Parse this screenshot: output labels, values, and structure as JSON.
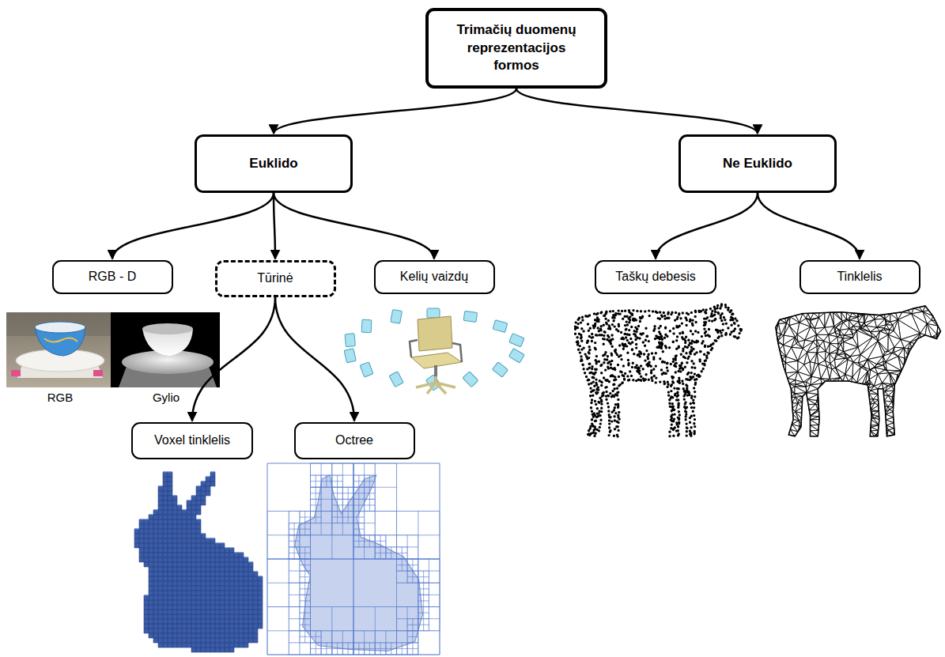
{
  "diagram": {
    "nodes": [
      {
        "text": [
          "Trimačių duomenų reprezentacijos formos"
        ]
      },
      {
        "text": [
          "Euklido"
        ]
      },
      {
        "text": [
          "Ne Euklido"
        ]
      },
      {
        "text": [
          "RGB - D"
        ]
      },
      {
        "text": [
          "Tūrinė"
        ]
      },
      {
        "text": [
          "Kelių vaizdų"
        ]
      },
      {
        "text": [
          "Taškų debesis"
        ]
      },
      {
        "text": [
          "Tinklelis"
        ]
      },
      {
        "text": [
          "Voxel tinklelis"
        ]
      },
      {
        "text": [
          "Octree"
        ]
      }
    ],
    "edges": [
      {
        "from": 0,
        "to": 1,
        "arrow": "to"
      },
      {
        "from": 0,
        "to": 2,
        "arrow": "to"
      },
      {
        "from": 1,
        "to": 3,
        "arrow": "to"
      },
      {
        "from": 1,
        "to": 4,
        "arrow": "to"
      },
      {
        "from": 1,
        "to": 5,
        "arrow": "to"
      },
      {
        "from": 2,
        "to": 6,
        "arrow": "to"
      },
      {
        "from": 2,
        "to": 7,
        "arrow": "to"
      },
      {
        "from": 4,
        "to": 8,
        "arrow": "to"
      },
      {
        "from": 4,
        "to": 9,
        "arrow": "to"
      }
    ],
    "labels": [
      "RGB",
      "Gylio"
    ]
  }
}
